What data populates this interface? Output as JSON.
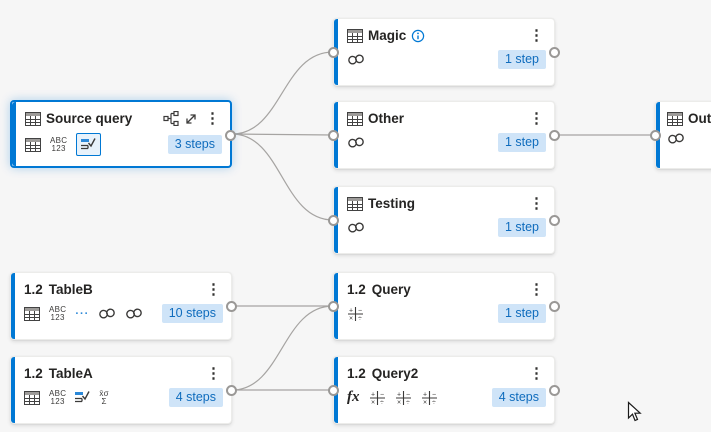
{
  "canvas": {
    "name": "query-diagram-view"
  },
  "colors": {
    "accent": "#0078d4",
    "badge_bg": "#cfe4f8",
    "badge_text": "#0f6cbd",
    "background": "#f6f6f6",
    "connector": "#a6a4a2"
  },
  "glyphs": {
    "kebab": "⋮",
    "abc_top": "ABC",
    "abc_bottom": "123",
    "ellipsis": "···",
    "fx": "fx",
    "stats_top": "x̄σ",
    "stats_bottom": "Σ",
    "calc_tl": "+",
    "calc_tr": "−",
    "calc_bl": "×",
    "calc_br": "÷"
  },
  "nodes": {
    "source": {
      "title": "Source query",
      "badge": "3 steps"
    },
    "magic": {
      "title": "Magic",
      "badge": "1 step"
    },
    "other": {
      "title": "Other",
      "badge": "1 step"
    },
    "testing": {
      "title": "Testing",
      "badge": "1 step"
    },
    "output": {
      "title": "Outp"
    },
    "tableB": {
      "prefix": "1.2",
      "title": "TableB",
      "badge": "10 steps"
    },
    "query": {
      "prefix": "1.2",
      "title": "Query",
      "badge": "1 step"
    },
    "tableA": {
      "prefix": "1.2",
      "title": "TableA",
      "badge": "4 steps"
    },
    "query2": {
      "prefix": "1.2",
      "title": "Query2",
      "badge": "4 steps"
    }
  }
}
